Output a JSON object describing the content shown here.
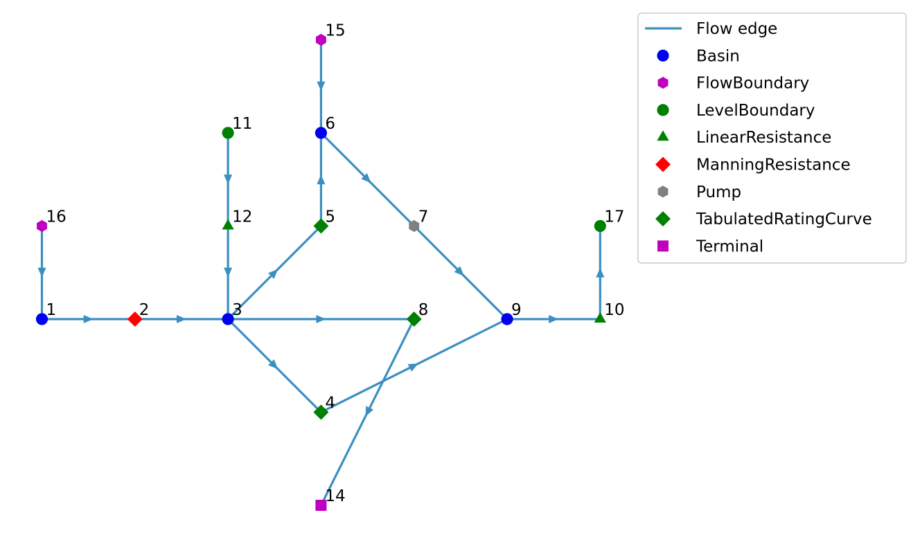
{
  "edge_color": "#3a8fc1",
  "node_types": {
    "Basin": {
      "marker": "circle",
      "color": "#0000ee"
    },
    "FlowBoundary": {
      "marker": "hexagon",
      "color": "#bf00bf"
    },
    "LevelBoundary": {
      "marker": "circle",
      "color": "#008000"
    },
    "LinearResistance": {
      "marker": "triangle",
      "color": "#008000"
    },
    "ManningResistance": {
      "marker": "diamond",
      "color": "#ff0000"
    },
    "Pump": {
      "marker": "hexagon",
      "color": "#808080"
    },
    "TabulatedRatingCurve": {
      "marker": "diamond",
      "color": "#008000"
    },
    "Terminal": {
      "marker": "square",
      "color": "#bf00bf"
    }
  },
  "nodes": [
    {
      "id": 1,
      "label": "1",
      "type": "Basin",
      "x": 0,
      "y": 0
    },
    {
      "id": 2,
      "label": "2",
      "type": "ManningResistance",
      "x": 1,
      "y": 0
    },
    {
      "id": 3,
      "label": "3",
      "type": "Basin",
      "x": 2,
      "y": 0
    },
    {
      "id": 4,
      "label": "4",
      "type": "TabulatedRatingCurve",
      "x": 3,
      "y": -1
    },
    {
      "id": 5,
      "label": "5",
      "type": "TabulatedRatingCurve",
      "x": 3,
      "y": 1
    },
    {
      "id": 6,
      "label": "6",
      "type": "Basin",
      "x": 3,
      "y": 2
    },
    {
      "id": 7,
      "label": "7",
      "type": "Pump",
      "x": 4,
      "y": 1
    },
    {
      "id": 8,
      "label": "8",
      "type": "TabulatedRatingCurve",
      "x": 4,
      "y": 0
    },
    {
      "id": 9,
      "label": "9",
      "type": "Basin",
      "x": 5,
      "y": 0
    },
    {
      "id": 10,
      "label": "10",
      "type": "LinearResistance",
      "x": 6,
      "y": 0
    },
    {
      "id": 11,
      "label": "11",
      "type": "LevelBoundary",
      "x": 2,
      "y": 2
    },
    {
      "id": 12,
      "label": "12",
      "type": "LinearResistance",
      "x": 2,
      "y": 1
    },
    {
      "id": 14,
      "label": "14",
      "type": "Terminal",
      "x": 3,
      "y": -2
    },
    {
      "id": 15,
      "label": "15",
      "type": "FlowBoundary",
      "x": 3,
      "y": 3
    },
    {
      "id": 16,
      "label": "16",
      "type": "FlowBoundary",
      "x": 0,
      "y": 1
    },
    {
      "id": 17,
      "label": "17",
      "type": "LevelBoundary",
      "x": 6,
      "y": 1
    }
  ],
  "edges": [
    {
      "from": 1,
      "to": 2
    },
    {
      "from": 2,
      "to": 3
    },
    {
      "from": 3,
      "to": 4
    },
    {
      "from": 3,
      "to": 5
    },
    {
      "from": 3,
      "to": 8
    },
    {
      "from": 5,
      "to": 6
    },
    {
      "from": 6,
      "to": 7
    },
    {
      "from": 7,
      "to": 9
    },
    {
      "from": 4,
      "to": 9
    },
    {
      "from": 8,
      "to": 14
    },
    {
      "from": 9,
      "to": 10
    },
    {
      "from": 10,
      "to": 17
    },
    {
      "from": 11,
      "to": 12
    },
    {
      "from": 12,
      "to": 3
    },
    {
      "from": 15,
      "to": 6
    },
    {
      "from": 16,
      "to": 1
    }
  ],
  "legend": {
    "placement": "top-right",
    "edge_entry": {
      "label": "Flow edge"
    },
    "entries": [
      {
        "label": "Basin",
        "type": "Basin"
      },
      {
        "label": "FlowBoundary",
        "type": "FlowBoundary"
      },
      {
        "label": "LevelBoundary",
        "type": "LevelBoundary"
      },
      {
        "label": "LinearResistance",
        "type": "LinearResistance"
      },
      {
        "label": "ManningResistance",
        "type": "ManningResistance"
      },
      {
        "label": "Pump",
        "type": "Pump"
      },
      {
        "label": "TabulatedRatingCurve",
        "type": "TabulatedRatingCurve"
      },
      {
        "label": "Terminal",
        "type": "Terminal"
      }
    ]
  }
}
